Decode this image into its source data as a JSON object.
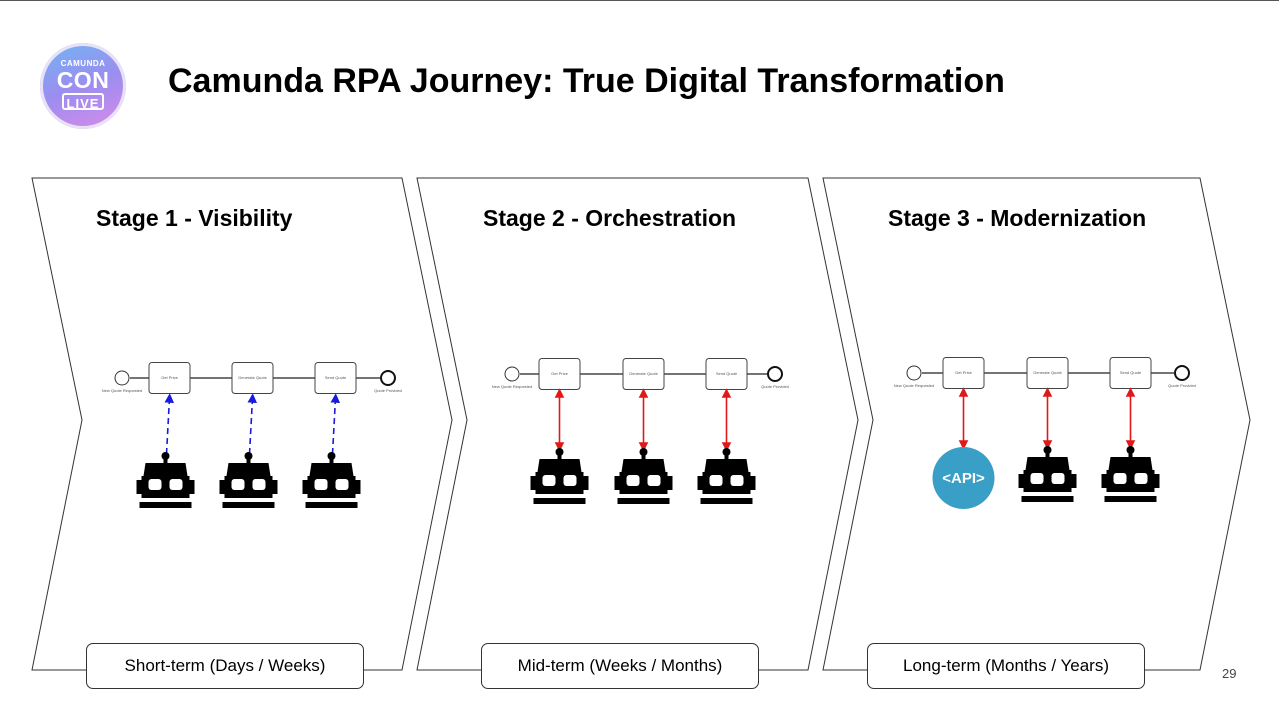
{
  "slide": {
    "title": "Camunda RPA Journey: True Digital Transformation",
    "page_number": "29"
  },
  "logo": {
    "line1": "CAMUNDA",
    "line2": "CON",
    "line3": "LIVE"
  },
  "process_labels": {
    "start_event": "New Quote Requested",
    "task1": "Get Price",
    "task2": "Generate Quote",
    "task3": "Send Quote",
    "end_event": "Quote Provided"
  },
  "api_label": "<API>",
  "stages": [
    {
      "title": "Stage 1 - Visibility",
      "term": "Short-term (Days / Weeks)",
      "arrow_style": "dashed",
      "arrow_color": "#1a1adb",
      "first_worker": "robot"
    },
    {
      "title": "Stage 2 - Orchestration",
      "term": "Mid-term (Weeks / Months)",
      "arrow_style": "solid",
      "arrow_color": "#e01818",
      "first_worker": "robot"
    },
    {
      "title": "Stage 3 - Modernization",
      "term": "Long-term (Months / Years)",
      "arrow_style": "solid",
      "arrow_color": "#e01818",
      "first_worker": "api"
    }
  ],
  "colors": {
    "api_circle": "#3a9fc6",
    "robot": "#000000"
  }
}
